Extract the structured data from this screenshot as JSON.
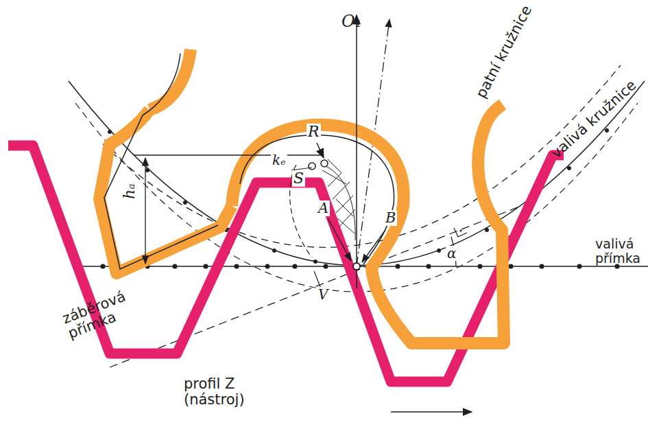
{
  "diagram": {
    "labels": [
      "O₁",
      "patní kružnice",
      "valivá kružnice",
      "valivá přímka",
      "záběrová přímka",
      "profil Z (nástroj)",
      "R",
      "S",
      "kₑ",
      "A",
      "B",
      "V",
      "hₐ",
      "α"
    ]
  }
}
